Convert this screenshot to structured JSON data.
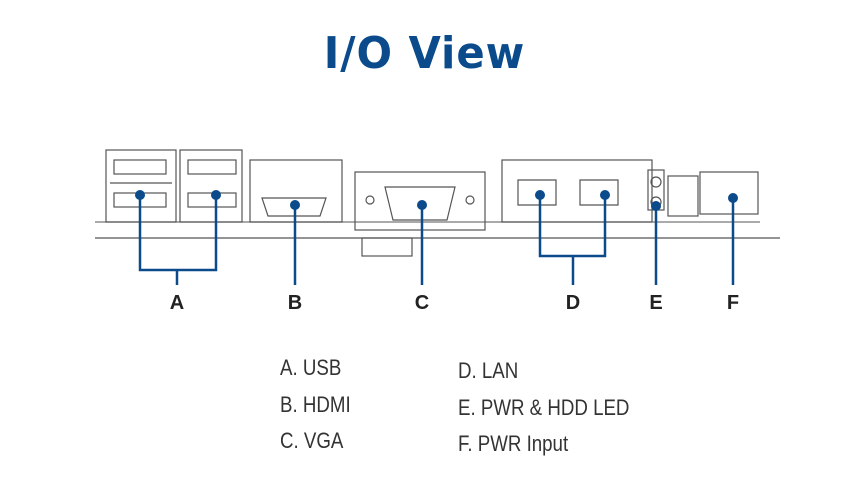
{
  "title": "I/O View",
  "accent_color": "#0b4a8b",
  "callouts": [
    {
      "letter": "A",
      "name": "USB"
    },
    {
      "letter": "B",
      "name": "HDMI"
    },
    {
      "letter": "C",
      "name": "VGA"
    },
    {
      "letter": "D",
      "name": "LAN"
    },
    {
      "letter": "E",
      "name": "PWR & HDD LED"
    },
    {
      "letter": "F",
      "name": "PWR Input"
    }
  ],
  "legend": {
    "left": [
      "A.  USB",
      "B.  HDMI",
      "C.  VGA"
    ],
    "right": [
      "D.  LAN",
      "E.  PWR & HDD LED",
      "F.  PWR Input"
    ]
  }
}
